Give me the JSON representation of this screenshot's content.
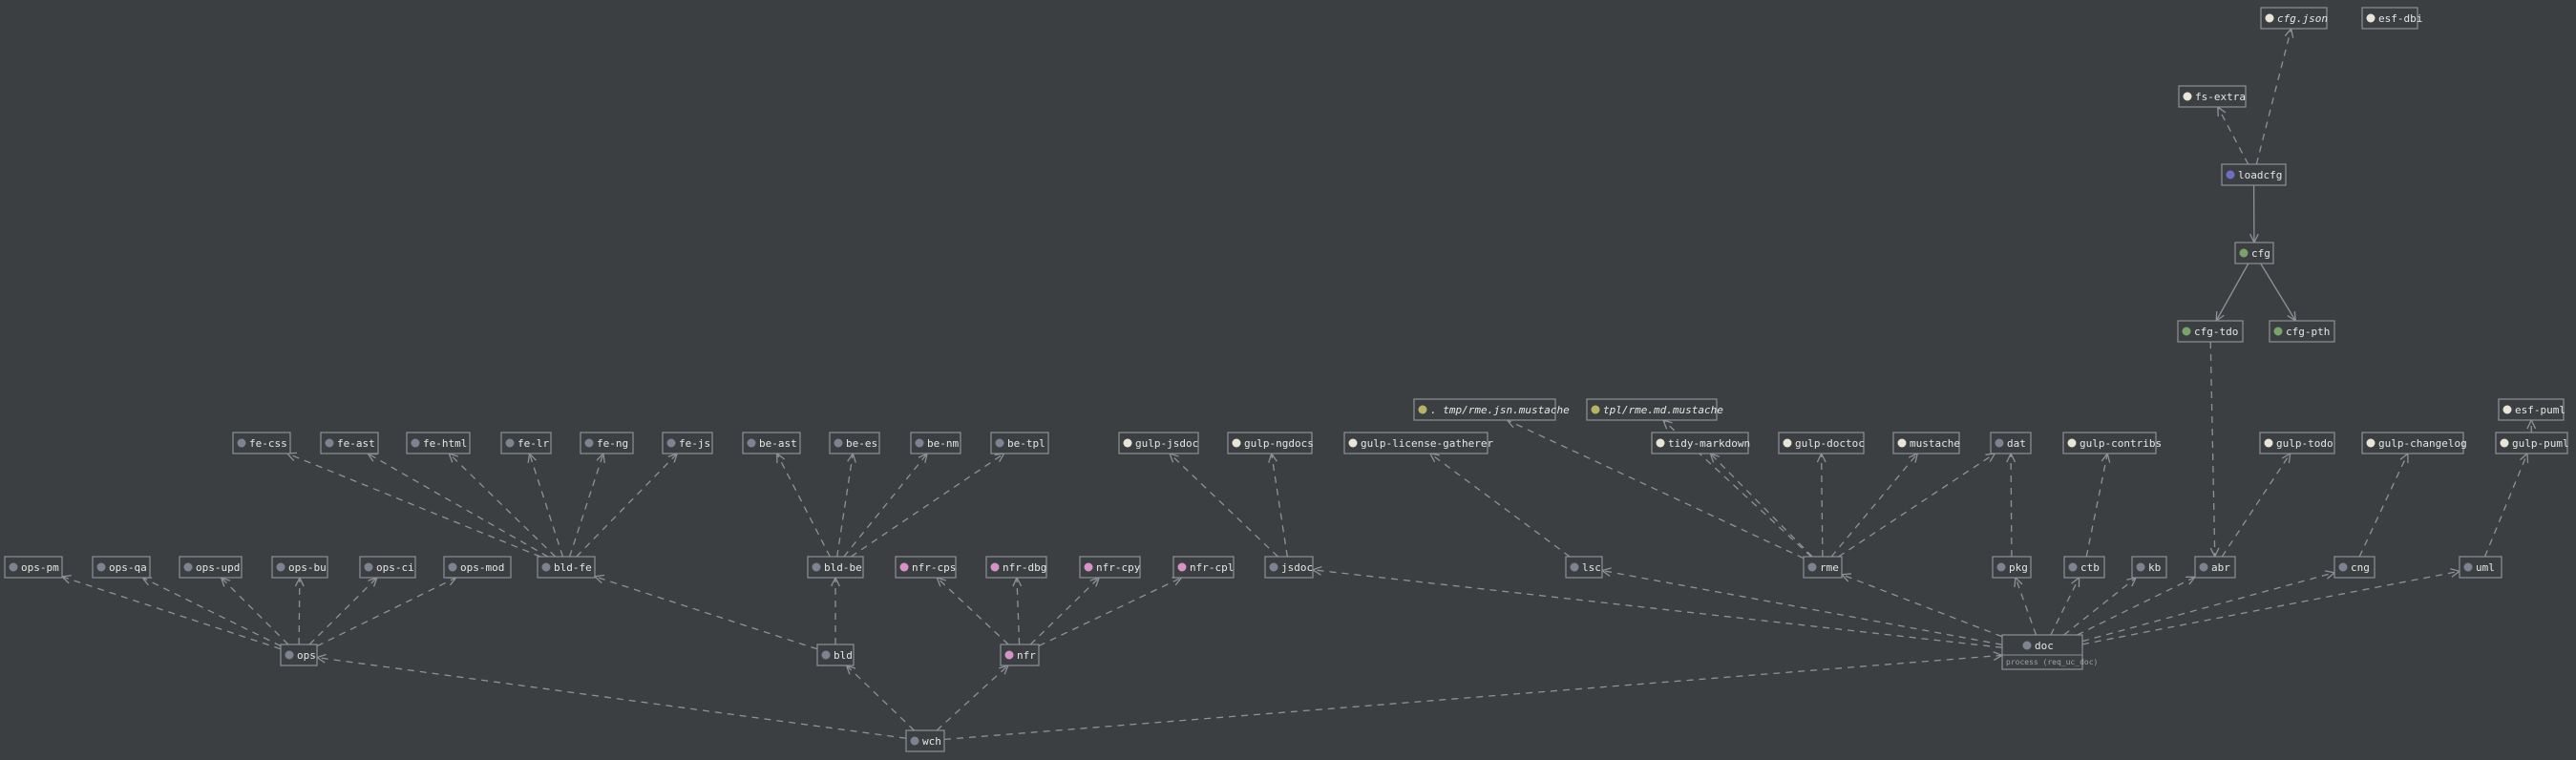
{
  "colors": {
    "background": "#3c3f41",
    "border": "#8d9196",
    "text": "#e6e6e6",
    "edge": "#8e9297",
    "icon_task": "#7d8390",
    "icon_gulp": "#e8e4d8",
    "icon_template": "#b7b466",
    "icon_nfr": "#d793c8",
    "icon_loadcfg": "#6f6fc3",
    "icon_cfg": "#79a36a"
  },
  "nodes": [
    {
      "id": "cfg-json",
      "label": "cfg.json",
      "icon": "gulp",
      "italic": true
    },
    {
      "id": "esf-dbi",
      "label": "esf-dbi",
      "icon": "gulp"
    },
    {
      "id": "fs-extra",
      "label": "fs-extra",
      "icon": "gulp"
    },
    {
      "id": "loadcfg",
      "label": "loadcfg",
      "icon": "loadcfg"
    },
    {
      "id": "cfg",
      "label": "cfg",
      "icon": "cfg"
    },
    {
      "id": "cfg-tdo",
      "label": "cfg-tdo",
      "icon": "cfg"
    },
    {
      "id": "cfg-pth",
      "label": "cfg-pth",
      "icon": "cfg"
    },
    {
      "id": "tmp-rme",
      "label": ". tmp/rme.jsn.mustache",
      "icon": "template",
      "italic": true
    },
    {
      "id": "tpl-rme",
      "label": "tpl/rme.md.mustache",
      "icon": "template",
      "italic": true
    },
    {
      "id": "esf-puml",
      "label": "esf-puml",
      "icon": "gulp"
    },
    {
      "id": "fe-css",
      "label": "fe-css",
      "icon": "task"
    },
    {
      "id": "fe-ast",
      "label": "fe-ast",
      "icon": "task"
    },
    {
      "id": "fe-html",
      "label": "fe-html",
      "icon": "task"
    },
    {
      "id": "fe-lr",
      "label": "fe-lr",
      "icon": "task"
    },
    {
      "id": "fe-ng",
      "label": "fe-ng",
      "icon": "task"
    },
    {
      "id": "fe-js",
      "label": "fe-js",
      "icon": "task"
    },
    {
      "id": "be-ast",
      "label": "be-ast",
      "icon": "task"
    },
    {
      "id": "be-es",
      "label": "be-es",
      "icon": "task"
    },
    {
      "id": "be-nm",
      "label": "be-nm",
      "icon": "task"
    },
    {
      "id": "be-tpl",
      "label": "be-tpl",
      "icon": "task"
    },
    {
      "id": "gulp-jsdoc",
      "label": "gulp-jsdoc",
      "icon": "gulp"
    },
    {
      "id": "gulp-ngdocs",
      "label": "gulp-ngdocs",
      "icon": "gulp"
    },
    {
      "id": "gulp-license-gatherer",
      "label": "gulp-license-gatherer",
      "icon": "gulp"
    },
    {
      "id": "tidy-markdown",
      "label": "tidy-markdown",
      "icon": "gulp"
    },
    {
      "id": "gulp-doctoc",
      "label": "gulp-doctoc",
      "icon": "gulp"
    },
    {
      "id": "mustache",
      "label": "mustache",
      "icon": "gulp"
    },
    {
      "id": "dat",
      "label": "dat",
      "icon": "task"
    },
    {
      "id": "gulp-contribs",
      "label": "gulp-contribs",
      "icon": "gulp"
    },
    {
      "id": "gulp-todo",
      "label": "gulp-todo",
      "icon": "gulp"
    },
    {
      "id": "gulp-changelog",
      "label": "gulp-changelog",
      "icon": "gulp"
    },
    {
      "id": "gulp-puml",
      "label": "gulp-puml",
      "icon": "gulp"
    },
    {
      "id": "ops-pm",
      "label": "ops-pm",
      "icon": "task"
    },
    {
      "id": "ops-qa",
      "label": "ops-qa",
      "icon": "task"
    },
    {
      "id": "ops-upd",
      "label": "ops-upd",
      "icon": "task"
    },
    {
      "id": "ops-bu",
      "label": "ops-bu",
      "icon": "task"
    },
    {
      "id": "ops-ci",
      "label": "ops-ci",
      "icon": "task"
    },
    {
      "id": "ops-mod",
      "label": "ops-mod",
      "icon": "task"
    },
    {
      "id": "bld-fe",
      "label": "bld-fe",
      "icon": "task"
    },
    {
      "id": "bld-be",
      "label": "bld-be",
      "icon": "task"
    },
    {
      "id": "nfr-cps",
      "label": "nfr-cps",
      "icon": "nfr"
    },
    {
      "id": "nfr-dbg",
      "label": "nfr-dbg",
      "icon": "nfr"
    },
    {
      "id": "nfr-cpy",
      "label": "nfr-cpy",
      "icon": "nfr"
    },
    {
      "id": "nfr-cpl",
      "label": "nfr-cpl",
      "icon": "nfr"
    },
    {
      "id": "jsdoc",
      "label": "jsdoc",
      "icon": "task"
    },
    {
      "id": "lsc",
      "label": "lsc",
      "icon": "task"
    },
    {
      "id": "rme",
      "label": "rme",
      "icon": "task"
    },
    {
      "id": "pkg",
      "label": "pkg",
      "icon": "task"
    },
    {
      "id": "ctb",
      "label": "ctb",
      "icon": "task"
    },
    {
      "id": "kb",
      "label": "kb",
      "icon": "task"
    },
    {
      "id": "abr",
      "label": "abr",
      "icon": "task"
    },
    {
      "id": "cng",
      "label": "cng",
      "icon": "task"
    },
    {
      "id": "uml",
      "label": "uml",
      "icon": "task"
    },
    {
      "id": "ops",
      "label": "ops",
      "icon": "task"
    },
    {
      "id": "bld",
      "label": "bld",
      "icon": "task"
    },
    {
      "id": "nfr",
      "label": "nfr",
      "icon": "nfr"
    },
    {
      "id": "doc",
      "label": "doc",
      "icon": "task",
      "subtitle": "process (req_uc_doc)"
    },
    {
      "id": "wch",
      "label": "wch",
      "icon": "task"
    }
  ],
  "edges": [
    {
      "from": "fs-extra",
      "to": "loadcfg",
      "style": "dashed"
    },
    {
      "from": "cfg-json",
      "to": "loadcfg",
      "style": "dashed"
    },
    {
      "from": "cfg",
      "to": "loadcfg",
      "style": "solid"
    },
    {
      "from": "cfg-tdo",
      "to": "cfg",
      "style": "solid"
    },
    {
      "from": "cfg-pth",
      "to": "cfg",
      "style": "solid"
    },
    {
      "from": "abr",
      "to": "cfg-tdo",
      "style": "dashed"
    },
    {
      "from": "fe-css",
      "to": "bld-fe",
      "style": "dashed"
    },
    {
      "from": "fe-ast",
      "to": "bld-fe",
      "style": "dashed"
    },
    {
      "from": "fe-html",
      "to": "bld-fe",
      "style": "dashed"
    },
    {
      "from": "fe-lr",
      "to": "bld-fe",
      "style": "dashed"
    },
    {
      "from": "fe-ng",
      "to": "bld-fe",
      "style": "dashed"
    },
    {
      "from": "fe-js",
      "to": "bld-fe",
      "style": "dashed"
    },
    {
      "from": "be-ast",
      "to": "bld-be",
      "style": "dashed"
    },
    {
      "from": "be-es",
      "to": "bld-be",
      "style": "dashed"
    },
    {
      "from": "be-nm",
      "to": "bld-be",
      "style": "dashed"
    },
    {
      "from": "be-tpl",
      "to": "bld-be",
      "style": "dashed"
    },
    {
      "from": "gulp-jsdoc",
      "to": "jsdoc",
      "style": "dashed"
    },
    {
      "from": "gulp-ngdocs",
      "to": "jsdoc",
      "style": "dashed"
    },
    {
      "from": "gulp-license-gatherer",
      "to": "lsc",
      "style": "dashed"
    },
    {
      "from": "tmp-rme",
      "to": "rme",
      "style": "dashed"
    },
    {
      "from": "tpl-rme",
      "to": "rme",
      "style": "dashed"
    },
    {
      "from": "tidy-markdown",
      "to": "rme",
      "style": "dashed"
    },
    {
      "from": "gulp-doctoc",
      "to": "rme",
      "style": "dashed"
    },
    {
      "from": "mustache",
      "to": "rme",
      "style": "dashed"
    },
    {
      "from": "dat",
      "to": "rme",
      "style": "dashed"
    },
    {
      "from": "dat",
      "to": "pkg",
      "style": "dashed"
    },
    {
      "from": "gulp-contribs",
      "to": "ctb",
      "style": "dashed"
    },
    {
      "from": "gulp-todo",
      "to": "abr",
      "style": "dashed"
    },
    {
      "from": "gulp-changelog",
      "to": "cng",
      "style": "dashed"
    },
    {
      "from": "gulp-puml",
      "to": "uml",
      "style": "dashed"
    },
    {
      "from": "esf-puml",
      "to": "gulp-puml",
      "style": "dashed"
    },
    {
      "from": "ops-pm",
      "to": "ops",
      "style": "dashed"
    },
    {
      "from": "ops-qa",
      "to": "ops",
      "style": "dashed"
    },
    {
      "from": "ops-upd",
      "to": "ops",
      "style": "dashed"
    },
    {
      "from": "ops-bu",
      "to": "ops",
      "style": "dashed"
    },
    {
      "from": "ops-ci",
      "to": "ops",
      "style": "dashed"
    },
    {
      "from": "ops-mod",
      "to": "ops",
      "style": "dashed"
    },
    {
      "from": "bld-fe",
      "to": "bld",
      "style": "dashed"
    },
    {
      "from": "bld-be",
      "to": "bld",
      "style": "dashed"
    },
    {
      "from": "nfr-cps",
      "to": "nfr",
      "style": "dashed"
    },
    {
      "from": "nfr-dbg",
      "to": "nfr",
      "style": "dashed"
    },
    {
      "from": "nfr-cpy",
      "to": "nfr",
      "style": "dashed"
    },
    {
      "from": "nfr-cpl",
      "to": "nfr",
      "style": "dashed"
    },
    {
      "from": "jsdoc",
      "to": "doc",
      "style": "dashed"
    },
    {
      "from": "lsc",
      "to": "doc",
      "style": "dashed"
    },
    {
      "from": "rme",
      "to": "doc",
      "style": "dashed"
    },
    {
      "from": "pkg",
      "to": "doc",
      "style": "dashed"
    },
    {
      "from": "ctb",
      "to": "doc",
      "style": "dashed"
    },
    {
      "from": "kb",
      "to": "doc",
      "style": "dashed"
    },
    {
      "from": "abr",
      "to": "doc",
      "style": "dashed"
    },
    {
      "from": "cng",
      "to": "doc",
      "style": "dashed"
    },
    {
      "from": "uml",
      "to": "doc",
      "style": "dashed"
    },
    {
      "from": "ops",
      "to": "wch",
      "style": "dashed"
    },
    {
      "from": "bld",
      "to": "wch",
      "style": "dashed"
    },
    {
      "from": "nfr",
      "to": "wch",
      "style": "dashed"
    },
    {
      "from": "doc",
      "to": "wch",
      "style": "dashed"
    }
  ]
}
